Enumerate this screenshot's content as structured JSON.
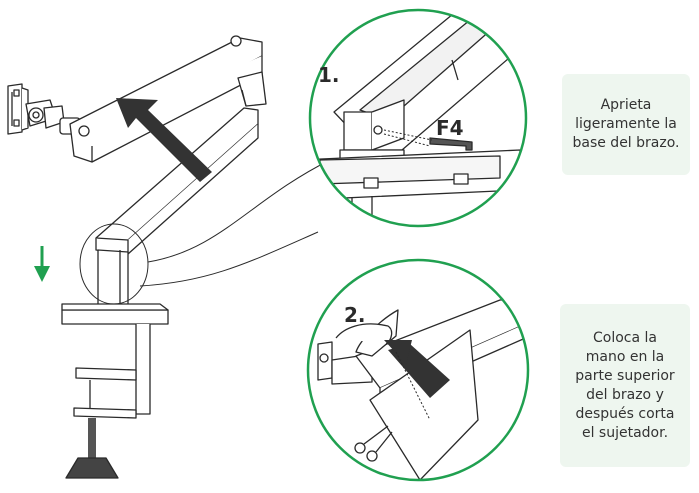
{
  "steps": [
    {
      "number": "1.",
      "tool_label": "F4",
      "note_lines": [
        "Aprieta",
        "ligeramente la",
        "base del brazo."
      ]
    },
    {
      "number": "2.",
      "note_lines": [
        "Coloca la",
        "mano en la",
        "parte superior",
        "del brazo y",
        "después corta",
        "el sujetador."
      ]
    }
  ],
  "colors": {
    "accent_green": "#20a050",
    "note_bg": "#eef6ef",
    "line": "#2a2a2a",
    "arrow": "#333333"
  },
  "icons": {
    "down_arrow": "down-arrow-icon",
    "scissors": "scissors-icon"
  }
}
